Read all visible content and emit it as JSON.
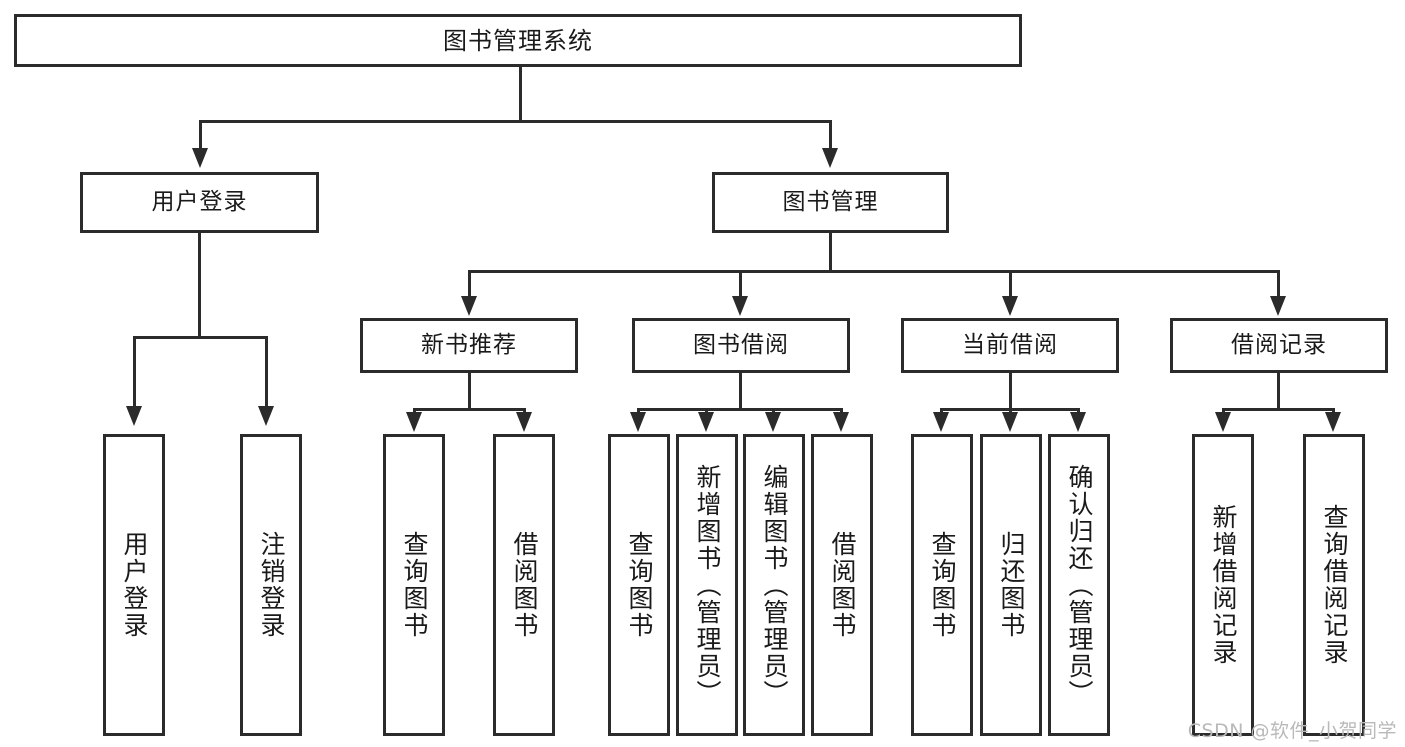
{
  "diagram": {
    "type": "tree-hierarchy",
    "title": "图书管理系统",
    "watermark": "CSDN @软件_小贺同学",
    "colors": {
      "stroke": "#2b2b2b",
      "fill": "#ffffff",
      "text": "#1a1a1a",
      "watermark": "#b9b9b9"
    },
    "root": {
      "label": "图书管理系统"
    },
    "level1": [
      {
        "label": "用户登录"
      },
      {
        "label": "图书管理"
      }
    ],
    "level2": [
      {
        "label": "新书推荐"
      },
      {
        "label": "图书借阅"
      },
      {
        "label": "当前借阅"
      },
      {
        "label": "借阅记录"
      }
    ],
    "leaves": {
      "user_login": [
        {
          "label": "用户登录"
        },
        {
          "label": "注销登录"
        }
      ],
      "new_book": [
        {
          "label": "查询图书"
        },
        {
          "label": "借阅图书"
        }
      ],
      "borrow_book": [
        {
          "label": "查询图书"
        },
        {
          "label": "新增图书（管理员）"
        },
        {
          "label": "编辑图书（管理员）"
        },
        {
          "label": "借阅图书"
        }
      ],
      "current_borrow": [
        {
          "label": "查询图书"
        },
        {
          "label": "归还图书"
        },
        {
          "label": "确认归还（管理员）"
        }
      ],
      "borrow_record": [
        {
          "label": "新增借阅记录"
        },
        {
          "label": "查询借阅记录"
        }
      ]
    }
  }
}
